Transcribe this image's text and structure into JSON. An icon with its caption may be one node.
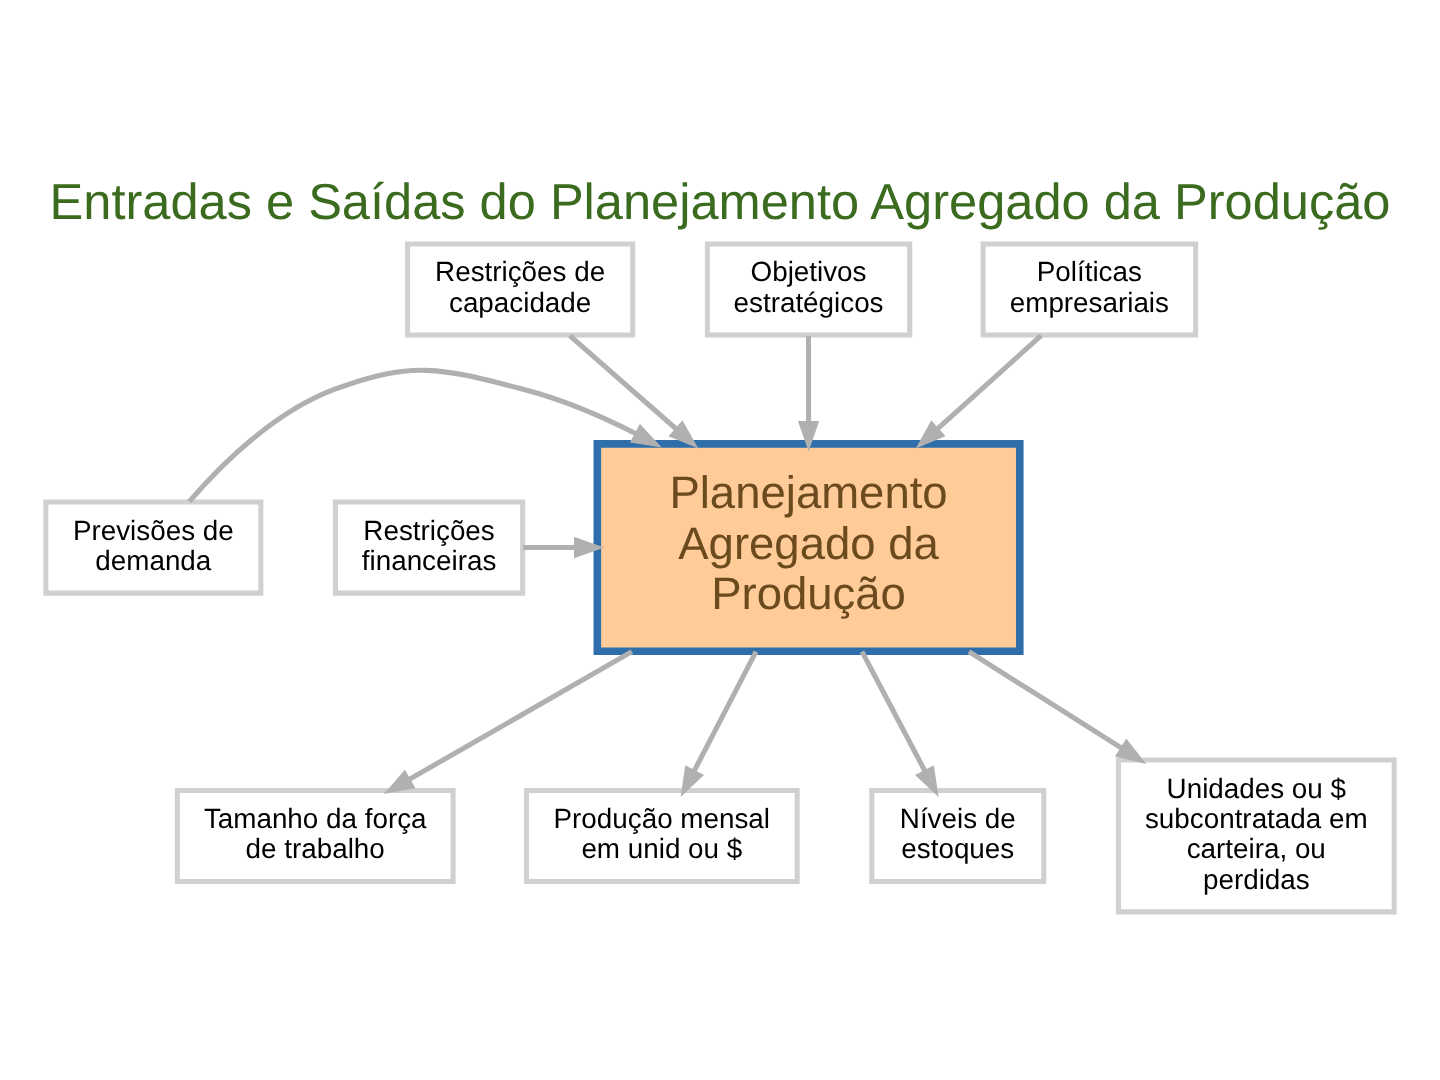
{
  "diagram": {
    "title": "Entradas e Saídas do Planejamento Agregado da Produção",
    "nodes": [
      {
        "text": [
          "Restrições de capacidade"
        ]
      },
      {
        "text": [
          "Objetivos estratégicos"
        ]
      },
      {
        "text": [
          "Políticas empresariais"
        ]
      },
      {
        "text": [
          "Previsões de demanda"
        ]
      },
      {
        "text": [
          "Planejamento Agregado da Produção"
        ]
      },
      {
        "text": [
          "Restrições financeiras"
        ]
      },
      {
        "text": [
          "Tamanho da força de trabalho"
        ]
      },
      {
        "text": [
          "Produção mensal em unid ou $"
        ]
      },
      {
        "text": [
          "Níveis de estoques"
        ]
      },
      {
        "text": [
          "Unidades ou $ subcontratada em carteira, ou perdidas"
        ]
      }
    ],
    "edges": [
      {
        "from": 0,
        "to": 4,
        "arrow": "to"
      },
      {
        "from": 1,
        "to": 4,
        "arrow": "to"
      },
      {
        "from": 2,
        "to": 4,
        "arrow": "to"
      },
      {
        "from": 3,
        "to": 4,
        "arrow": "to"
      },
      {
        "from": 5,
        "to": 4,
        "arrow": "to"
      },
      {
        "from": 4,
        "to": 6,
        "arrow": "to"
      },
      {
        "from": 4,
        "to": 7,
        "arrow": "to"
      },
      {
        "from": 4,
        "to": 8,
        "arrow": "to"
      },
      {
        "from": 4,
        "to": 9,
        "arrow": "to"
      }
    ]
  }
}
